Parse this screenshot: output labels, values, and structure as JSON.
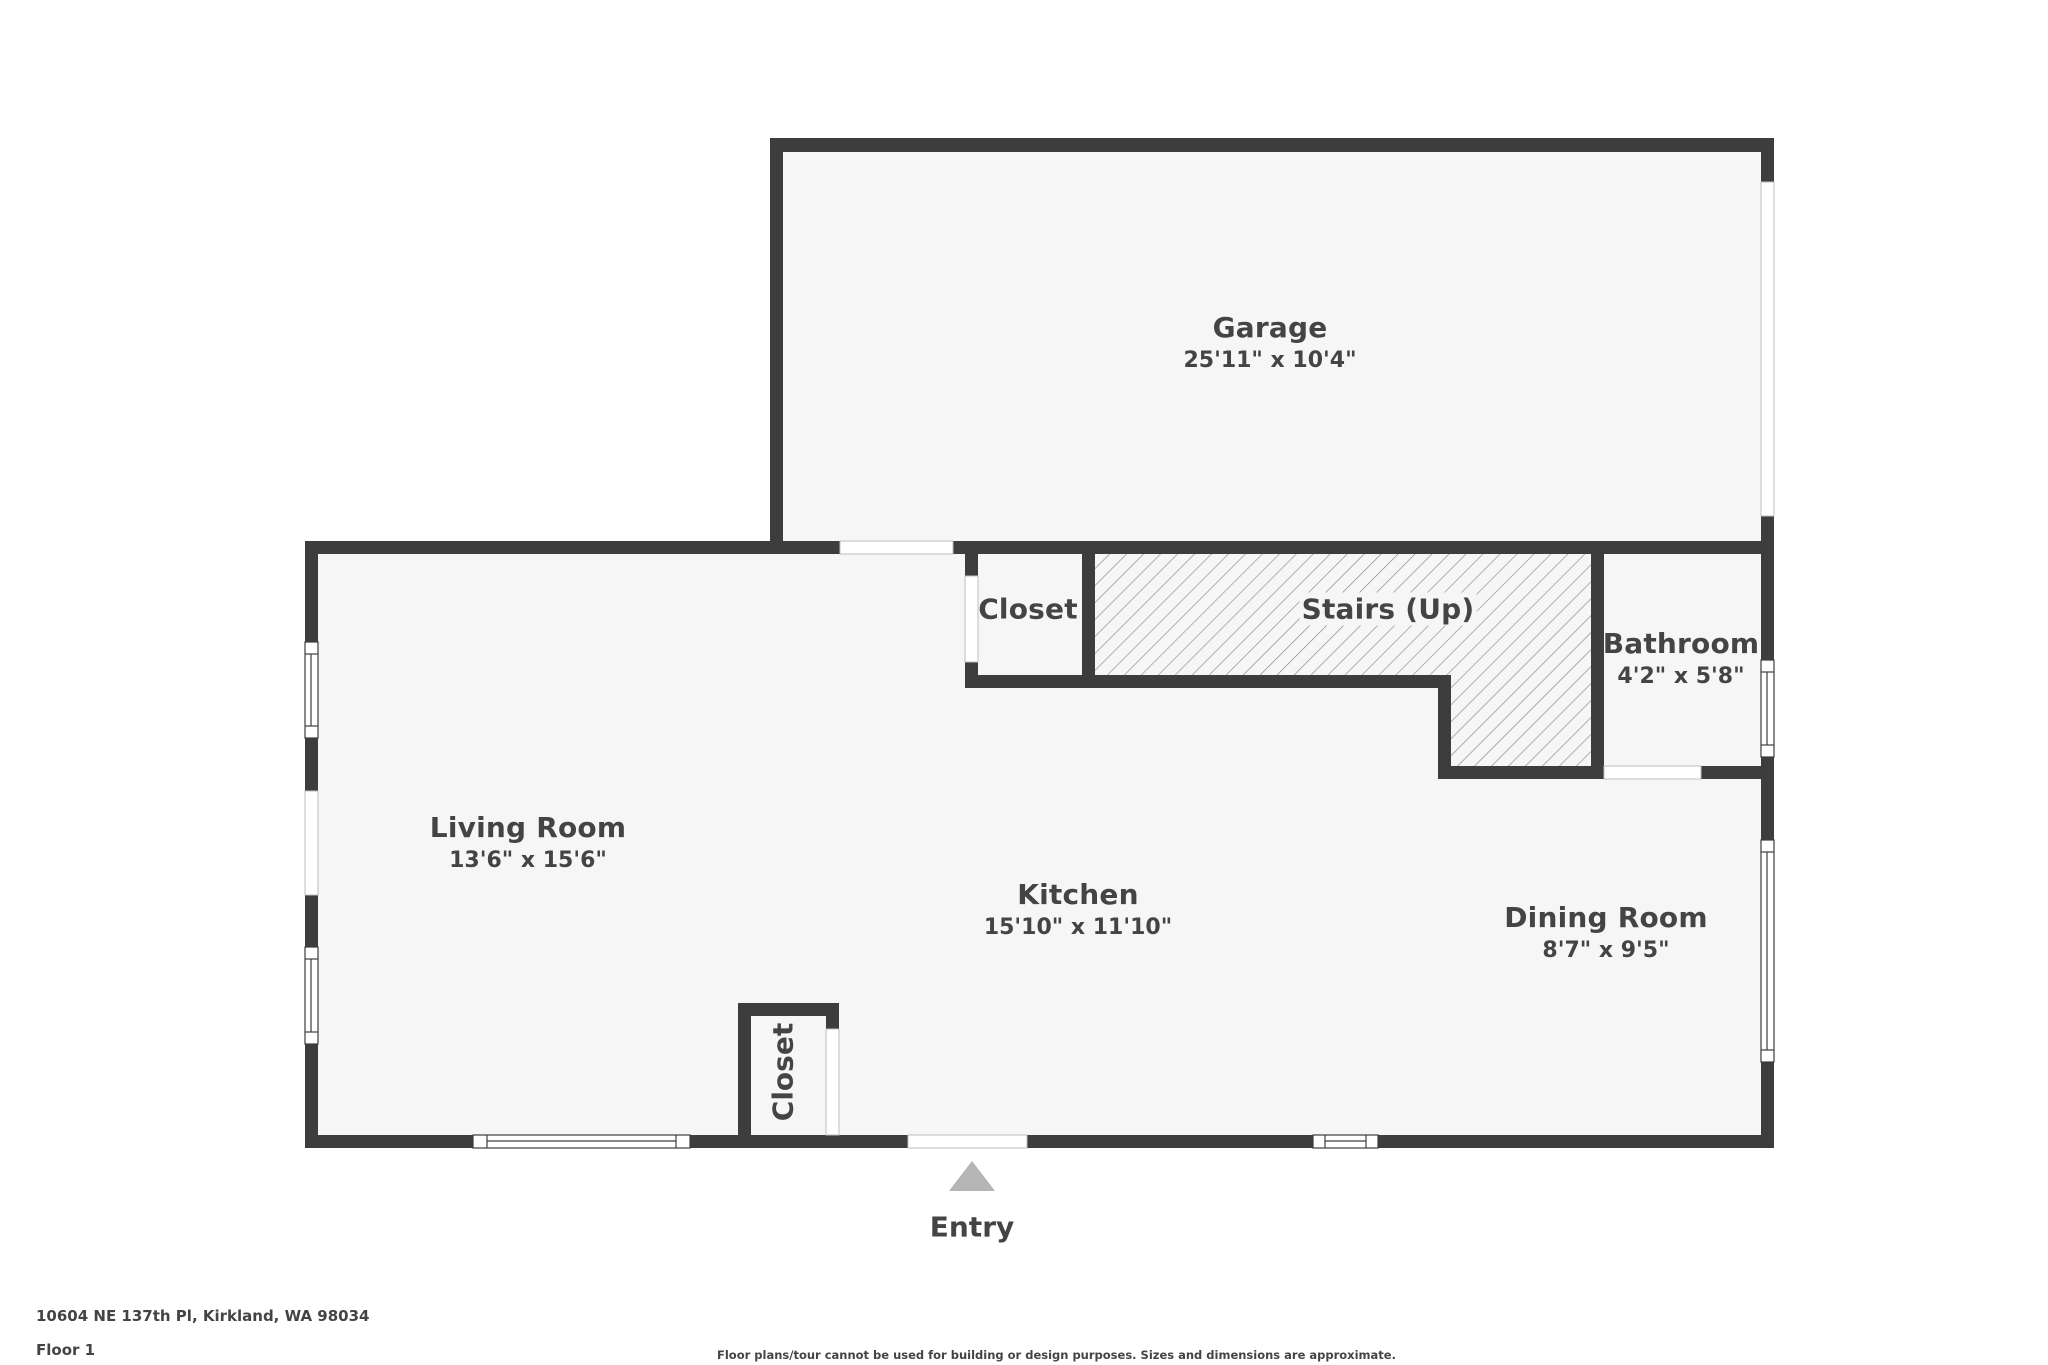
{
  "colors": {
    "wall": "#3d3d3d",
    "floor": "#f6f6f6",
    "background": "#ffffff",
    "opening": "#ffffff",
    "hatch": "#888888",
    "entry_marker": "#b5b5b5",
    "text": "#444444"
  },
  "rooms": {
    "garage": {
      "name": "Garage",
      "dimensions": "25'11\" x 10'4\""
    },
    "closet_upper": {
      "name": "Closet"
    },
    "stairs": {
      "name": "Stairs (Up)"
    },
    "bathroom": {
      "name": "Bathroom",
      "dimensions": "4'2\" x 5'8\""
    },
    "living_room": {
      "name": "Living Room",
      "dimensions": "13'6\" x 15'6\""
    },
    "kitchen": {
      "name": "Kitchen",
      "dimensions": "15'10\" x 11'10\""
    },
    "dining_room": {
      "name": "Dining Room",
      "dimensions": "8'7\" x 9'5\""
    },
    "closet_lower": {
      "name": "Closet"
    }
  },
  "entry": {
    "label": "Entry",
    "icon": "triangle-up-icon"
  },
  "footer": {
    "address": "10604 NE 137th Pl, Kirkland, WA 98034",
    "floor": "Floor 1",
    "disclaimer": "Floor plans/tour cannot be used for building or design purposes. Sizes and dimensions are approximate."
  }
}
